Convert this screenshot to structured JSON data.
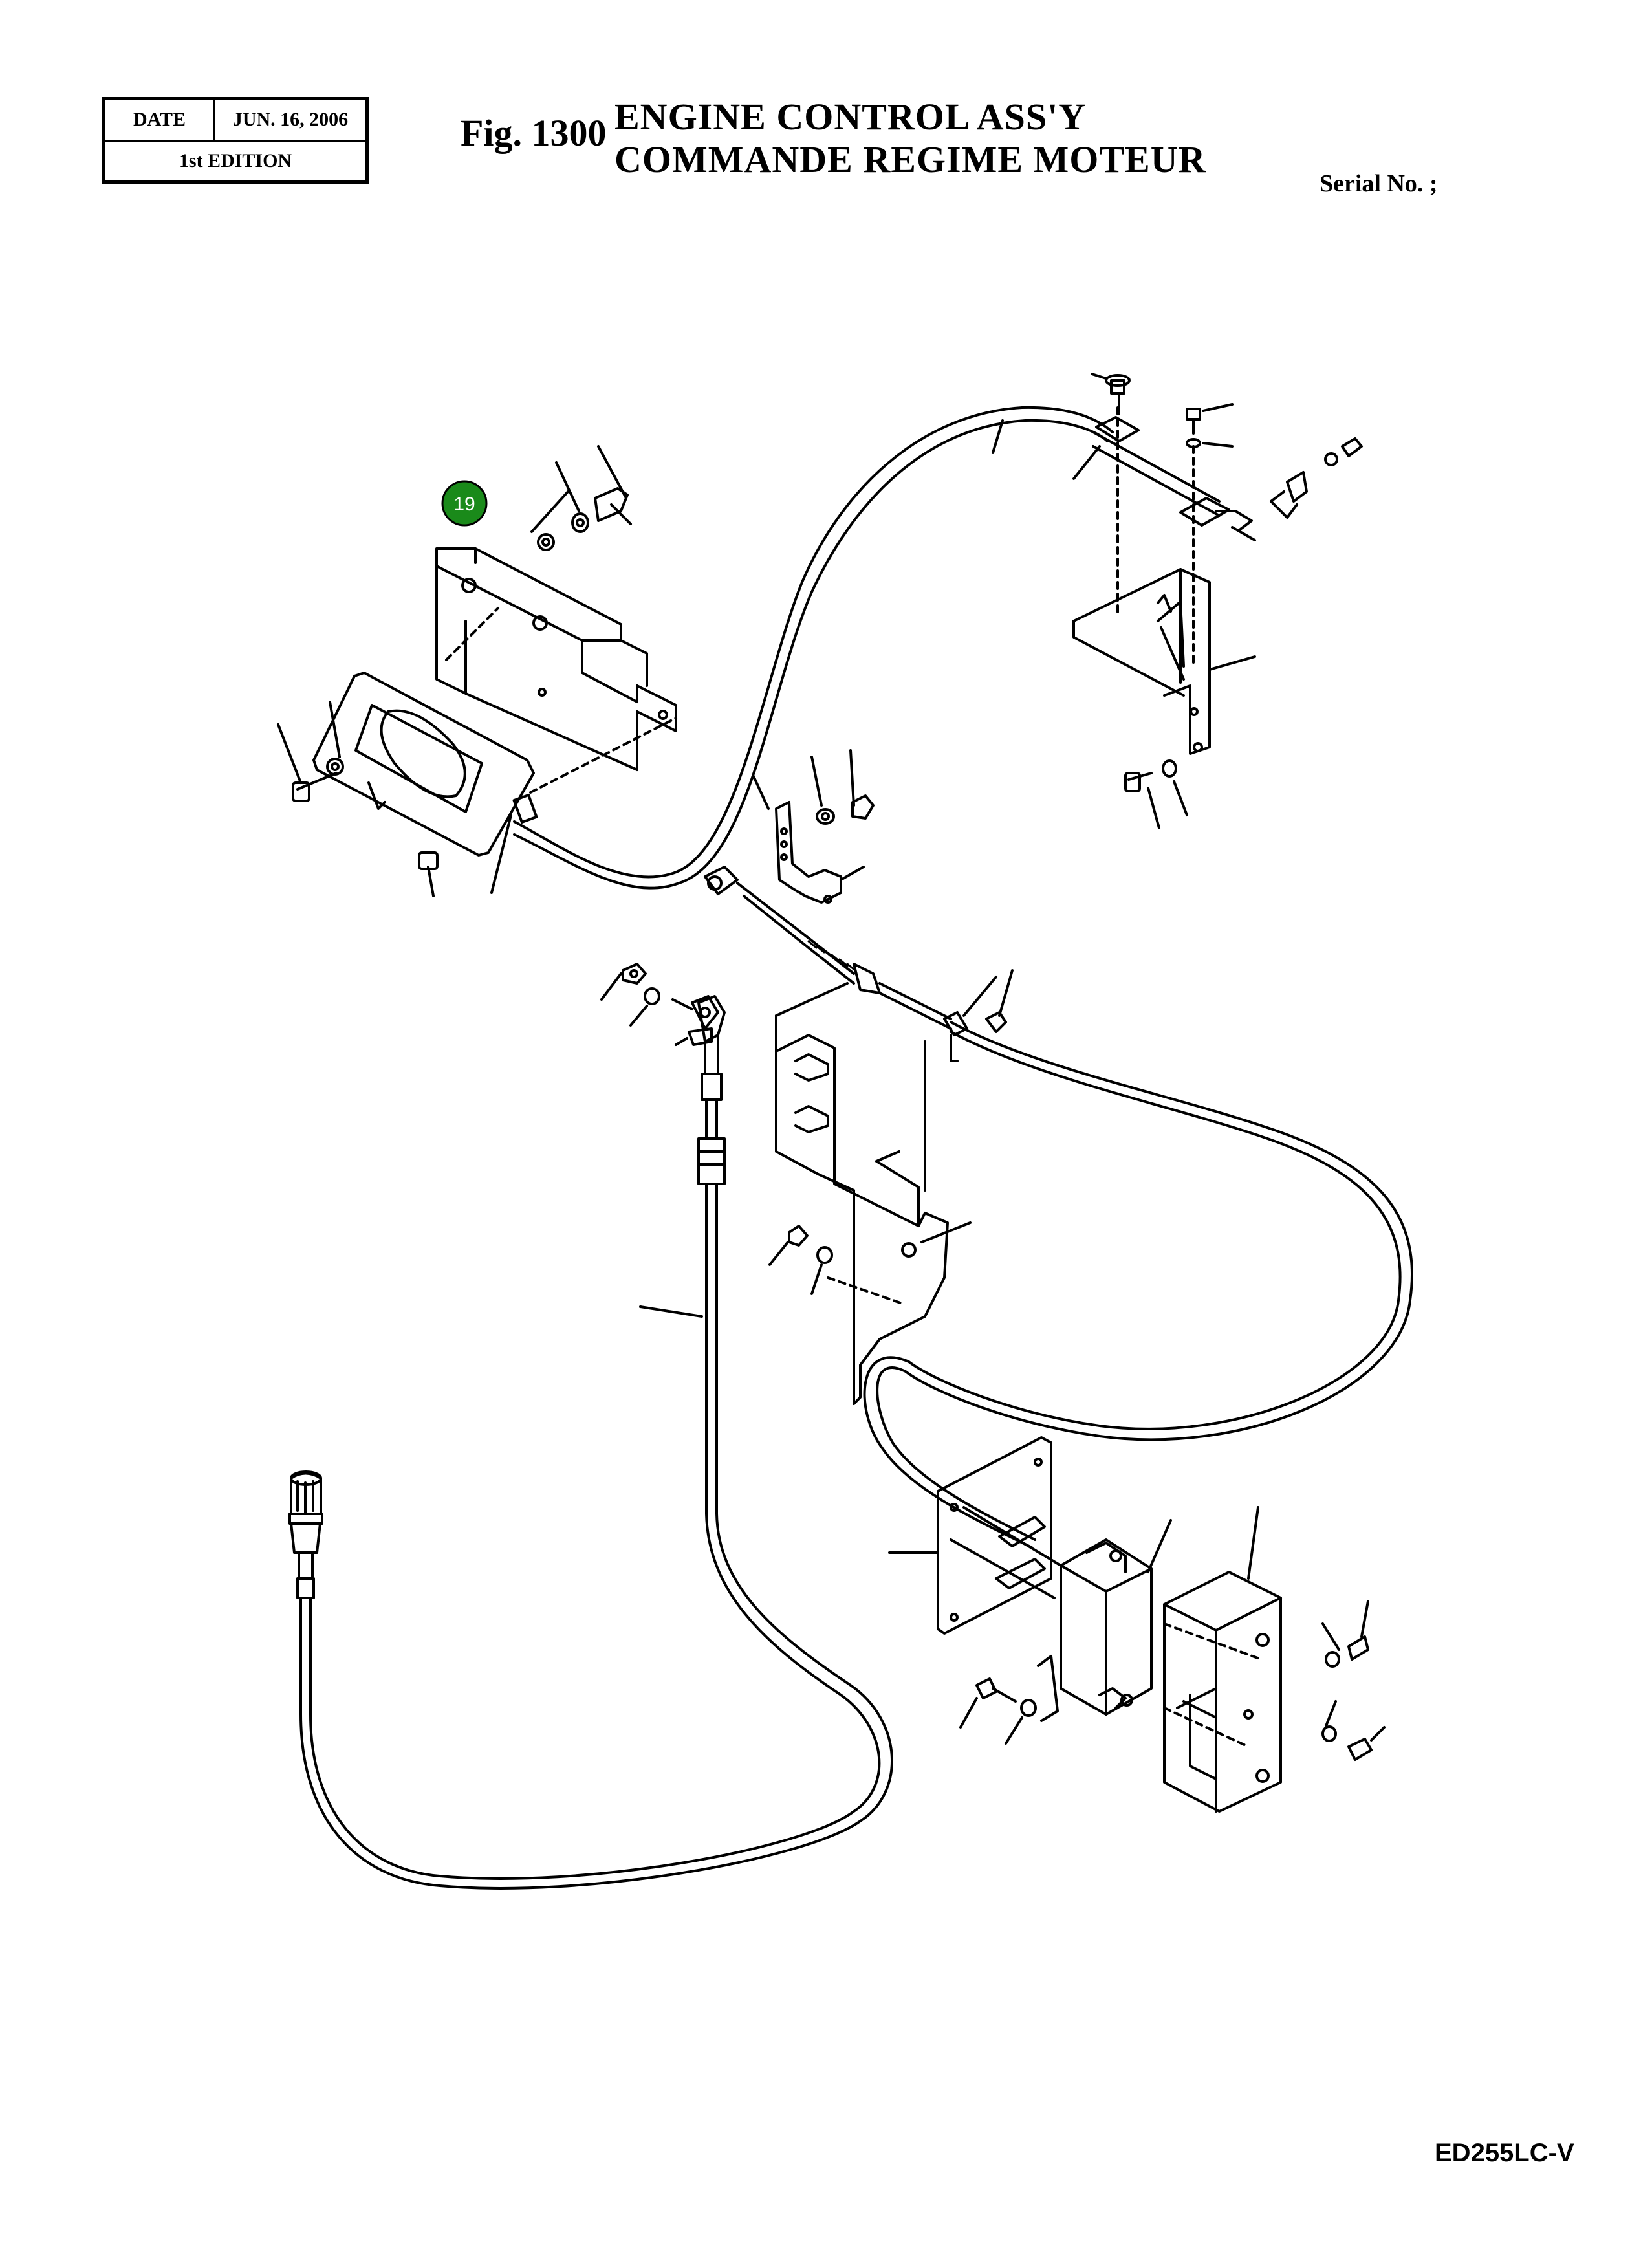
{
  "header": {
    "date_label": "DATE",
    "date_value": "JUN. 16, 2006",
    "edition": "1st EDITION",
    "fig_label": "Fig. 1300",
    "title_en": "ENGINE CONTROL ASS'Y",
    "title_fr": "COMMANDE REGIME MOTEUR",
    "serial": "Serial No. ;"
  },
  "callouts": [
    {
      "label": "19",
      "color": "#1a8a1a"
    }
  ],
  "footer": {
    "model": "ED255LC-V"
  }
}
